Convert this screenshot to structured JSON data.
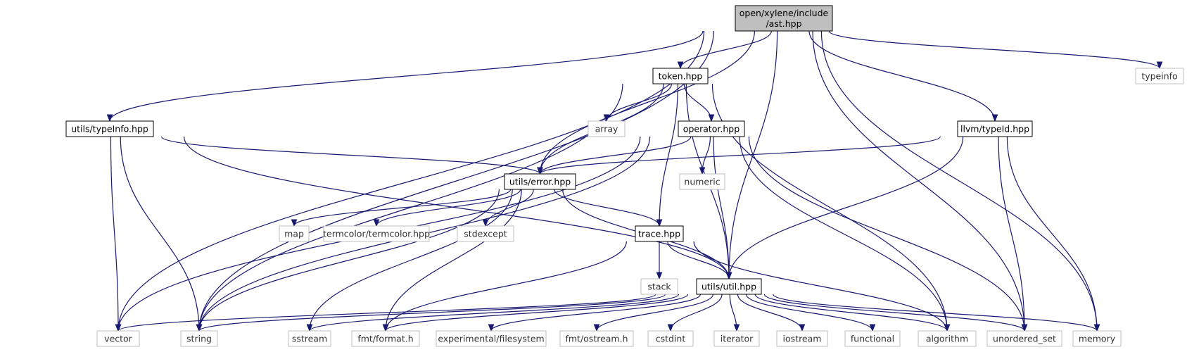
{
  "colors": {
    "edge": "#191970",
    "root_fill": "#bfbfbf",
    "root_border": "#000000",
    "local_border": "#000000",
    "external_border": "#bfbfbf",
    "node_fill": "#ffffff"
  },
  "nodes": [
    {
      "id": "ast",
      "lines": [
        "open/xylene/include",
        "/ast.hpp"
      ],
      "kind": "root"
    },
    {
      "id": "token",
      "lines": [
        "token.hpp"
      ],
      "kind": "local"
    },
    {
      "id": "typeinfo",
      "lines": [
        "typeinfo"
      ],
      "kind": "external"
    },
    {
      "id": "utils_typeinfo",
      "lines": [
        "utils/typeInfo.hpp"
      ],
      "kind": "local"
    },
    {
      "id": "array",
      "lines": [
        "array"
      ],
      "kind": "external"
    },
    {
      "id": "operator",
      "lines": [
        "operator.hpp"
      ],
      "kind": "local"
    },
    {
      "id": "llvm_typeid",
      "lines": [
        "llvm/typeId.hpp"
      ],
      "kind": "local"
    },
    {
      "id": "error",
      "lines": [
        "utils/error.hpp"
      ],
      "kind": "local"
    },
    {
      "id": "numeric",
      "lines": [
        "numeric"
      ],
      "kind": "external"
    },
    {
      "id": "map",
      "lines": [
        "map"
      ],
      "kind": "external"
    },
    {
      "id": "termcolor",
      "lines": [
        "termcolor/termcolor.hpp"
      ],
      "kind": "external"
    },
    {
      "id": "stdexcept",
      "lines": [
        "stdexcept"
      ],
      "kind": "external"
    },
    {
      "id": "trace",
      "lines": [
        "trace.hpp"
      ],
      "kind": "local"
    },
    {
      "id": "stack",
      "lines": [
        "stack"
      ],
      "kind": "external"
    },
    {
      "id": "util",
      "lines": [
        "utils/util.hpp"
      ],
      "kind": "local"
    },
    {
      "id": "vector",
      "lines": [
        "vector"
      ],
      "kind": "external"
    },
    {
      "id": "string",
      "lines": [
        "string"
      ],
      "kind": "external"
    },
    {
      "id": "sstream",
      "lines": [
        "sstream"
      ],
      "kind": "external"
    },
    {
      "id": "fmt_format",
      "lines": [
        "fmt/format.h"
      ],
      "kind": "external"
    },
    {
      "id": "filesystem",
      "lines": [
        "experimental/filesystem"
      ],
      "kind": "external"
    },
    {
      "id": "fmt_ostream",
      "lines": [
        "fmt/ostream.h"
      ],
      "kind": "external"
    },
    {
      "id": "cstdint",
      "lines": [
        "cstdint"
      ],
      "kind": "external"
    },
    {
      "id": "iterator",
      "lines": [
        "iterator"
      ],
      "kind": "external"
    },
    {
      "id": "iostream",
      "lines": [
        "iostream"
      ],
      "kind": "external"
    },
    {
      "id": "functional",
      "lines": [
        "functional"
      ],
      "kind": "external"
    },
    {
      "id": "algorithm",
      "lines": [
        "algorithm"
      ],
      "kind": "external"
    },
    {
      "id": "unordered_set",
      "lines": [
        "unordered_set"
      ],
      "kind": "external"
    },
    {
      "id": "memory",
      "lines": [
        "memory"
      ],
      "kind": "external"
    }
  ],
  "edges": [
    [
      "ast",
      "token"
    ],
    [
      "ast",
      "typeinfo"
    ],
    [
      "ast",
      "utils_typeinfo"
    ],
    [
      "ast",
      "error"
    ],
    [
      "ast",
      "llvm_typeid"
    ],
    [
      "ast",
      "util"
    ],
    [
      "ast",
      "vector"
    ],
    [
      "ast",
      "string"
    ],
    [
      "ast",
      "unordered_set"
    ],
    [
      "ast",
      "memory"
    ],
    [
      "token",
      "array"
    ],
    [
      "token",
      "operator"
    ],
    [
      "token",
      "error"
    ],
    [
      "token",
      "trace"
    ],
    [
      "token",
      "util"
    ],
    [
      "token",
      "string"
    ],
    [
      "token",
      "algorithm"
    ],
    [
      "utils_typeinfo",
      "error"
    ],
    [
      "utils_typeinfo",
      "util"
    ],
    [
      "utils_typeinfo",
      "vector"
    ],
    [
      "utils_typeinfo",
      "string"
    ],
    [
      "operator",
      "numeric"
    ],
    [
      "operator",
      "error"
    ],
    [
      "operator",
      "util"
    ],
    [
      "operator",
      "vector"
    ],
    [
      "operator",
      "string"
    ],
    [
      "operator",
      "algorithm"
    ],
    [
      "operator",
      "unordered_set"
    ],
    [
      "llvm_typeid",
      "error"
    ],
    [
      "llvm_typeid",
      "util"
    ],
    [
      "llvm_typeid",
      "unordered_set"
    ],
    [
      "llvm_typeid",
      "memory"
    ],
    [
      "error",
      "map"
    ],
    [
      "error",
      "termcolor"
    ],
    [
      "error",
      "stdexcept"
    ],
    [
      "error",
      "trace"
    ],
    [
      "error",
      "util"
    ],
    [
      "error",
      "string"
    ],
    [
      "error",
      "sstream"
    ],
    [
      "error",
      "fmt_format"
    ],
    [
      "trace",
      "stack"
    ],
    [
      "trace",
      "util"
    ],
    [
      "trace",
      "fmt_format"
    ],
    [
      "trace",
      "algorithm"
    ],
    [
      "util",
      "vector"
    ],
    [
      "util",
      "string"
    ],
    [
      "util",
      "sstream"
    ],
    [
      "util",
      "fmt_format"
    ],
    [
      "util",
      "filesystem"
    ],
    [
      "util",
      "fmt_ostream"
    ],
    [
      "util",
      "cstdint"
    ],
    [
      "util",
      "iterator"
    ],
    [
      "util",
      "iostream"
    ],
    [
      "util",
      "functional"
    ],
    [
      "util",
      "algorithm"
    ],
    [
      "util",
      "unordered_set"
    ],
    [
      "util",
      "memory"
    ]
  ]
}
